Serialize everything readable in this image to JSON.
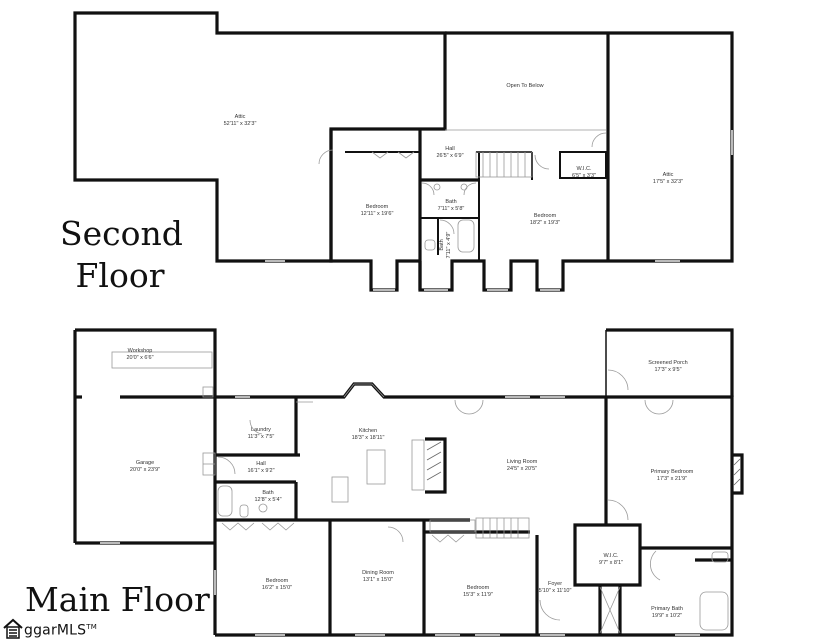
{
  "floors": {
    "second": {
      "title_line1": "Second",
      "title_line2": "Floor",
      "rooms": [
        {
          "name": "Attic",
          "dims": "52'11\" x 32'3\""
        },
        {
          "name": "Open To Below",
          "dims": ""
        },
        {
          "name": "Hall",
          "dims": "26'5\" x 6'9\""
        },
        {
          "name": "Bedroom",
          "dims": "12'11\" x 19'6\""
        },
        {
          "name": "Bath",
          "dims": "7'11\" x 5'8\""
        },
        {
          "name": "Bath",
          "dims": "7'11\" x 4'9\""
        },
        {
          "name": "W.I.C.",
          "dims": "6'5\" x 3'3\""
        },
        {
          "name": "Bedroom",
          "dims": "18'2\" x 19'3\""
        },
        {
          "name": "Attic",
          "dims": "17'5\" x 32'3\""
        }
      ]
    },
    "main": {
      "title": "Main Floor",
      "rooms": [
        {
          "name": "Workshop",
          "dims": "20'0\" x 6'6\""
        },
        {
          "name": "Garage",
          "dims": "20'0\" x 23'9\""
        },
        {
          "name": "Laundry",
          "dims": "11'3\" x 7'5\""
        },
        {
          "name": "Hall",
          "dims": "16'1\" x 9'2\""
        },
        {
          "name": "Bath",
          "dims": "12'8\" x 5'4\""
        },
        {
          "name": "Kitchen",
          "dims": "18'3\" x 18'11\""
        },
        {
          "name": "Living Room",
          "dims": "24'5\" x 20'5\""
        },
        {
          "name": "Screened Porch",
          "dims": "17'3\" x 9'5\""
        },
        {
          "name": "Primary Bedroom",
          "dims": "17'3\" x 21'9\""
        },
        {
          "name": "W.I.C.",
          "dims": "9'7\" x 8'1\""
        },
        {
          "name": "Primary Bath",
          "dims": "19'9\" x 10'2\""
        },
        {
          "name": "Bedroom",
          "dims": "16'2\" x 15'0\""
        },
        {
          "name": "Dining Room",
          "dims": "13'1\" x 15'0\""
        },
        {
          "name": "Bedroom",
          "dims": "15'3\" x 11'9\""
        },
        {
          "name": "Foyer",
          "dims": "5'10\" x 11'10\""
        }
      ]
    }
  },
  "watermark": {
    "brand": "ggarMLS",
    "trademark": "TM",
    "icon": "house-icon"
  },
  "colors": {
    "wall": "#111111",
    "thin_line": "#888888",
    "window": "#bbbbbb",
    "background": "#ffffff",
    "label": "#333333"
  }
}
